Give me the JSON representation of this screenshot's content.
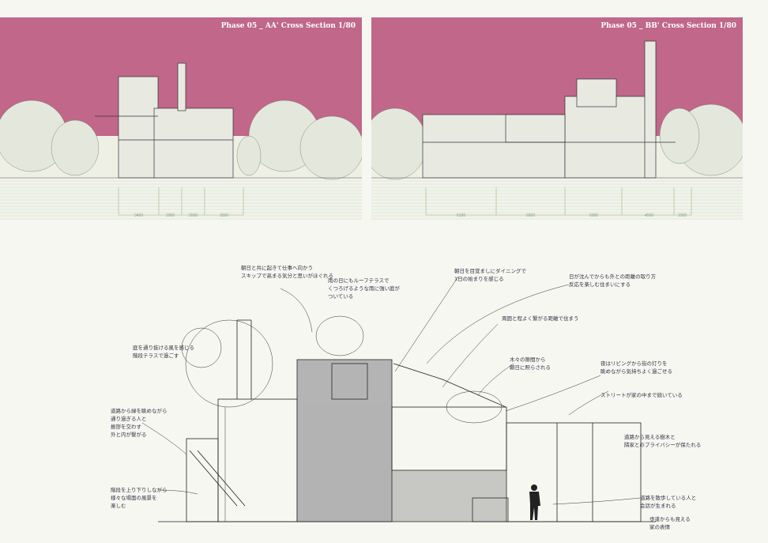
{
  "panels": [
    {
      "title": "Phase 05 _ AA' Cross Section 1/80",
      "dimensions": [
        "3400",
        "2000",
        "2000",
        "3500"
      ]
    },
    {
      "title": "Phase 05 _ BB' Cross Section 1/80",
      "dimensions": [
        "6100",
        "6000",
        "5000",
        "4500",
        "1500"
      ]
    }
  ],
  "annotations": [
    "朝日と共に起きて仕事へ向かう\nスキップで高まる気分と思いがほぐれる",
    "雨の日にもルーフテラスで\nくつろげるような雨に強い庭が\nついている",
    "朝日を目覚ましにダイニングで\n1日の始まりを感じる",
    "日が沈んでからも外との距離の取り方\n反応を楽しむ住まいにする",
    "周囲と程よく繋がる距離で住まう",
    "木々の隙間から\n朝日に照らされる",
    "夜はリビングから街の灯りを\n眺めながら気持ちよく過ごせる",
    "ストリートが家の中まで続いている",
    "道路から見える樹木と\n隣家とのプライバシーが保たれる",
    "庭を通り抜ける風を感じる\n階段テラスで過ごす",
    "道路から緑を眺めながら\n通り過ぎる人と\n挨拶を交わす\n外と内が繋がる",
    "階段を上り下りしながら\n様々な場面の風景を\n楽しむ",
    "道路を散歩している人と\n会話が生まれる",
    "歩道からも見える\n家の表情"
  ],
  "colors": {
    "sky": "#c0678a",
    "ground": "#e9ede2",
    "ink": "#222222"
  }
}
